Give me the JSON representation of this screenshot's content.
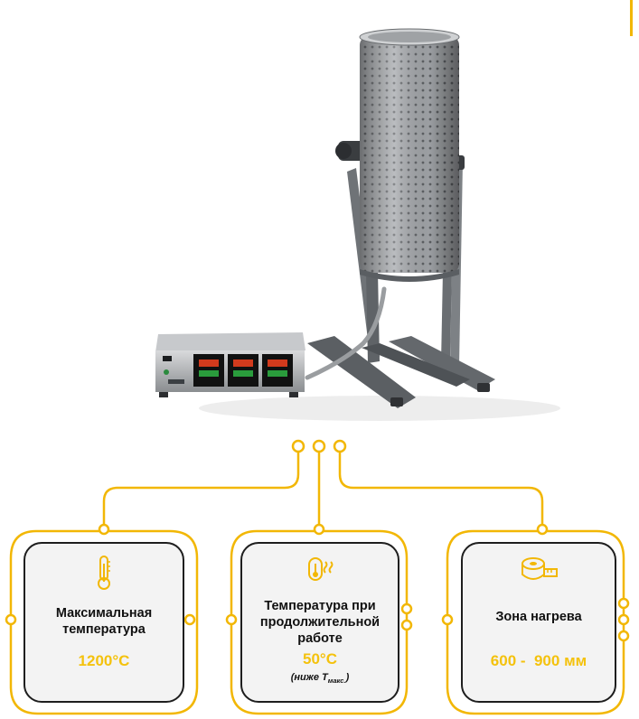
{
  "cards": [
    {
      "title_line1": "Максимальная",
      "title_line2": "температура",
      "value": "1200°C",
      "icon": "thermometer-icon"
    },
    {
      "title_line1": "Температура при",
      "title_line2": "продолжительной",
      "title_line3": "работе",
      "value": "50°C",
      "note_prefix": "(ниже T",
      "note_sub": "макс.",
      "note_suffix": ")",
      "icon": "heat-dial-icon"
    },
    {
      "title_line1": "Зона нагрева",
      "value": "600 -  900 мм",
      "icon": "tape-measure-icon"
    }
  ],
  "colors": {
    "accent": "#f2b705",
    "card_bg": "#f3f3f3",
    "card_border": "#1e1e1e",
    "device_body": "#8e9296"
  }
}
